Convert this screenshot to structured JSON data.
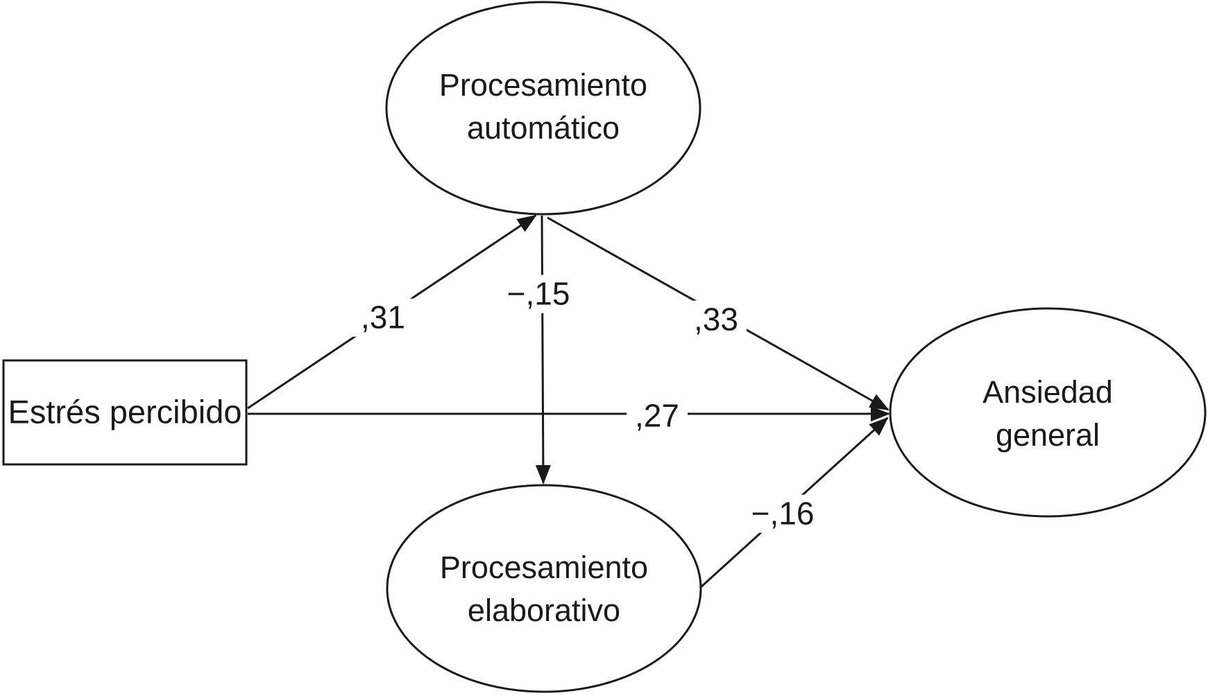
{
  "diagram": {
    "type": "path-model",
    "background_color": "#ffffff",
    "line_color": "#1a1a1a",
    "nodes": {
      "estres": {
        "label": "Estrés percibido",
        "shape": "rectangle"
      },
      "auto": {
        "line1": "Procesamiento",
        "line2": "automático",
        "shape": "ellipse"
      },
      "elab": {
        "line1": "Procesamiento",
        "line2": "elaborativo",
        "shape": "ellipse"
      },
      "ansiedad": {
        "line1": "Ansiedad",
        "line2": "general",
        "shape": "ellipse"
      }
    },
    "edges": {
      "estres_auto": {
        "from": "Estrés percibido",
        "to": "Procesamiento automático",
        "label": ",31"
      },
      "auto_elab": {
        "from": "Procesamiento automático",
        "to": "Procesamiento elaborativo",
        "label": "−,15"
      },
      "auto_ansiedad": {
        "from": "Procesamiento automático",
        "to": "Ansiedad general",
        "label": ",33"
      },
      "estres_ansiedad": {
        "from": "Estrés percibido",
        "to": "Ansiedad general",
        "label": ",27"
      },
      "elab_ansiedad": {
        "from": "Procesamiento elaborativo",
        "to": "Ansiedad general",
        "label": "−,16"
      }
    }
  }
}
